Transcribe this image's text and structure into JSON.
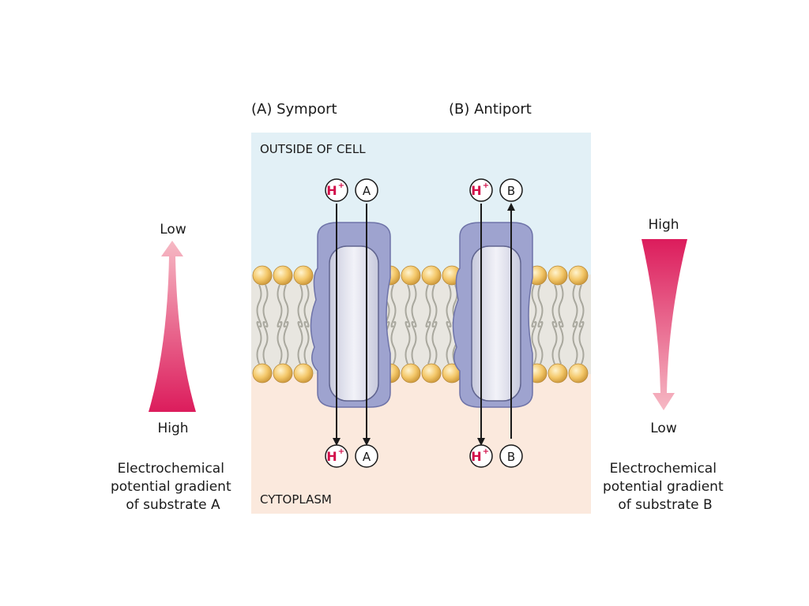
{
  "panels": {
    "a_label": "(A)  Symport",
    "b_label": "(B)  Antiport"
  },
  "regions": {
    "outside": "OUTSIDE OF CELL",
    "cytoplasm": "CYTOPLASM"
  },
  "ions": {
    "proton_letter": "H",
    "proton_charge": "+",
    "substrate_a": "A",
    "substrate_b": "B"
  },
  "gradient_a": {
    "top": "Low",
    "bottom": "High",
    "caption": [
      "Electrochemical",
      "potential gradient",
      "of substrate A"
    ]
  },
  "gradient_b": {
    "top": "High",
    "bottom": "Low",
    "caption": [
      "Electrochemical",
      "potential gradient",
      "of substrate B"
    ]
  },
  "colors": {
    "outside": "#e2f0f6",
    "cytoplasm": "#fbe9dd",
    "membrane_band": "#e8e6e0",
    "lipid_head": "#f2c467",
    "protein_outer": "#9ea3cf",
    "protein_channel": "#e6e7f0",
    "gradient_strong": "#dc1c5c",
    "gradient_pale": "#f6b9c4",
    "proton_text": "#d2104a"
  }
}
